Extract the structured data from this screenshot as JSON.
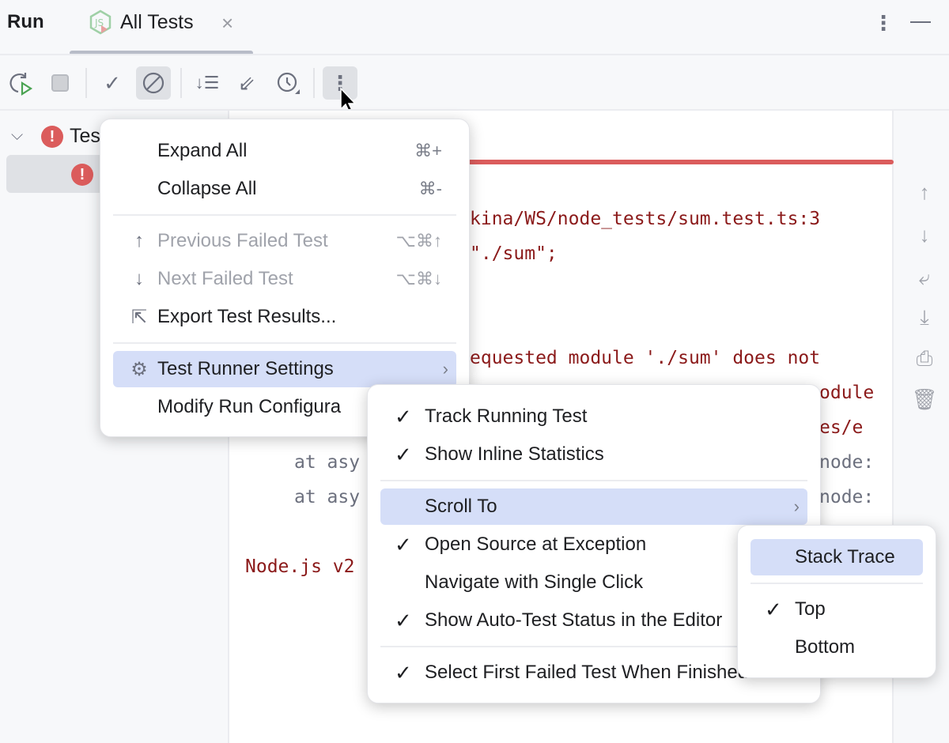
{
  "header": {
    "title": "Run",
    "tab_label": "All Tests",
    "tab_close": "×",
    "more_icon": "more-vertical-icon",
    "minimize_icon": "minimize-icon"
  },
  "toolbar": {
    "icons": [
      "rerun-icon",
      "stop-icon",
      "show-passed-icon",
      "show-ignored-icon",
      "sort-icon",
      "collapse-icon",
      "history-icon",
      "more-options-icon"
    ]
  },
  "tree": {
    "root_label": "Tes"
  },
  "console": {
    "lines": [
      "kina/WS/node_tests/sum.test.ts:3",
      "\"./sum\";",
      "equested module './sum' does not",
      "odule",
      "es/e",
      "at asy",
      "node:",
      "at asy",
      "node:",
      "Node.js v2"
    ],
    "text_color": "#8b1a1a"
  },
  "menu": {
    "items": [
      {
        "label": "Expand All",
        "shortcut": "⌘+"
      },
      {
        "label": "Collapse All",
        "shortcut": "⌘-"
      },
      {
        "label": "Previous Failed Test",
        "shortcut": "⌥⌘↑",
        "disabled": true
      },
      {
        "label": "Next Failed Test",
        "shortcut": "⌥⌘↓",
        "disabled": true
      },
      {
        "label": "Export Test Results..."
      },
      {
        "label": "Test Runner Settings",
        "selected": true
      },
      {
        "label": "Modify Run Configura"
      }
    ]
  },
  "submenu": {
    "items": [
      {
        "label": "Track Running Test",
        "checked": true
      },
      {
        "label": "Show Inline Statistics",
        "checked": true
      },
      {
        "label": "Scroll To",
        "selected": true
      },
      {
        "label": "Open Source at Exception",
        "checked": true
      },
      {
        "label": "Navigate with Single Click",
        "checked": false
      },
      {
        "label": "Show Auto-Test Status in the Editor",
        "checked": true
      },
      {
        "label": "Select First Failed Test When Finished",
        "checked": true
      }
    ]
  },
  "scroll_submenu": {
    "items": [
      {
        "label": "Stack Trace",
        "selected": true
      },
      {
        "label": "Top",
        "checked": true
      },
      {
        "label": "Bottom",
        "checked": false
      }
    ]
  },
  "colors": {
    "accent_selection": "#d5def8",
    "error": "#db5c5c"
  }
}
